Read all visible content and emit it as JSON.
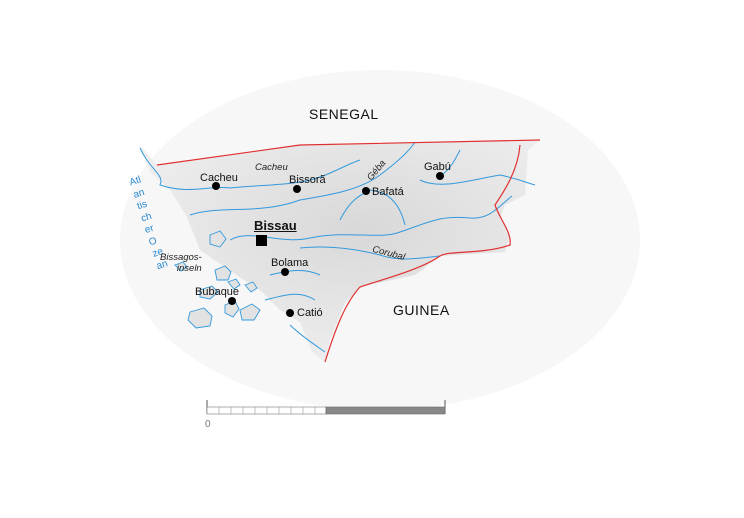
{
  "countries": {
    "north": "SENEGAL",
    "south": "GUINEA"
  },
  "ocean": "Atlantischer Ozean",
  "capital": "Bissau",
  "cities": [
    "Cacheu",
    "Bissorã",
    "Bafatá",
    "Gabú",
    "Bolama",
    "Bubaque",
    "Catió"
  ],
  "rivers": [
    "Cacheu",
    "Géba",
    "Corubal"
  ],
  "islands": "Bissagos-\ninseln",
  "islands_line1": "Bissagos-",
  "islands_line2": "inseln",
  "scale": {
    "start_label": "0"
  },
  "colors": {
    "border": "#e03030",
    "water": "#3399dd",
    "land": "#e6e6e6"
  }
}
